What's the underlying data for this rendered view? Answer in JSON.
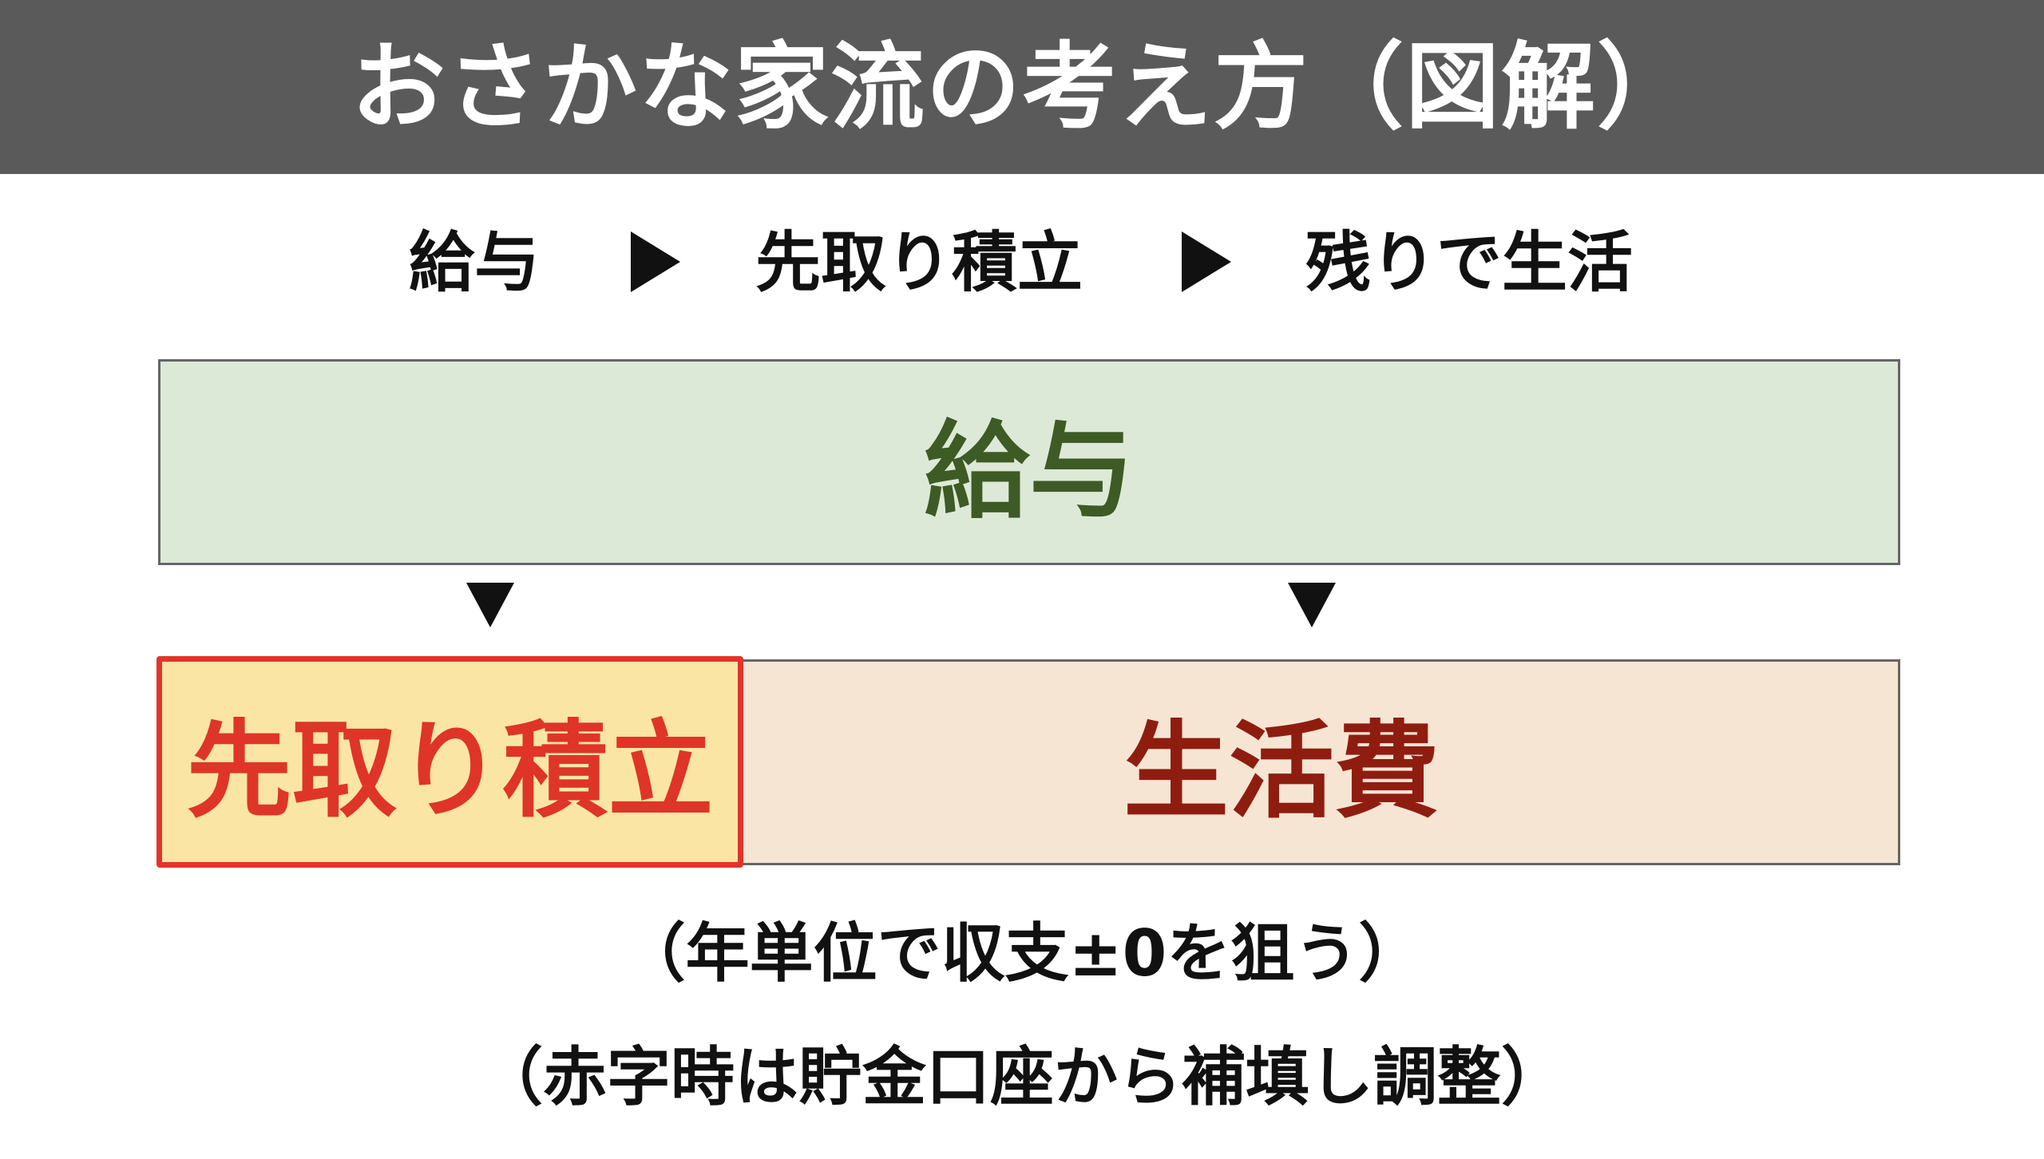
{
  "header": {
    "title": "おさかな家流の考え方（図解）"
  },
  "flow": {
    "step1": "給与",
    "step2": "先取り積立",
    "step3": "残りで生活"
  },
  "diagram": {
    "salary_label": "給与",
    "savings_label": "先取り積立",
    "living_label": "生活費"
  },
  "notes": {
    "line1": "（年単位で収支±0を狙う）",
    "line2": "（赤字時は貯金口座から補填し調整）"
  },
  "colors": {
    "header_bg": "#5a5a5a",
    "salary_fill": "#dde9d7",
    "salary_text": "#3e5a25",
    "savings_fill": "#fae5a5",
    "savings_border": "#e0352b",
    "savings_text": "#de3528",
    "living_fill": "#f7e5d3",
    "living_text": "#8e1d10"
  }
}
